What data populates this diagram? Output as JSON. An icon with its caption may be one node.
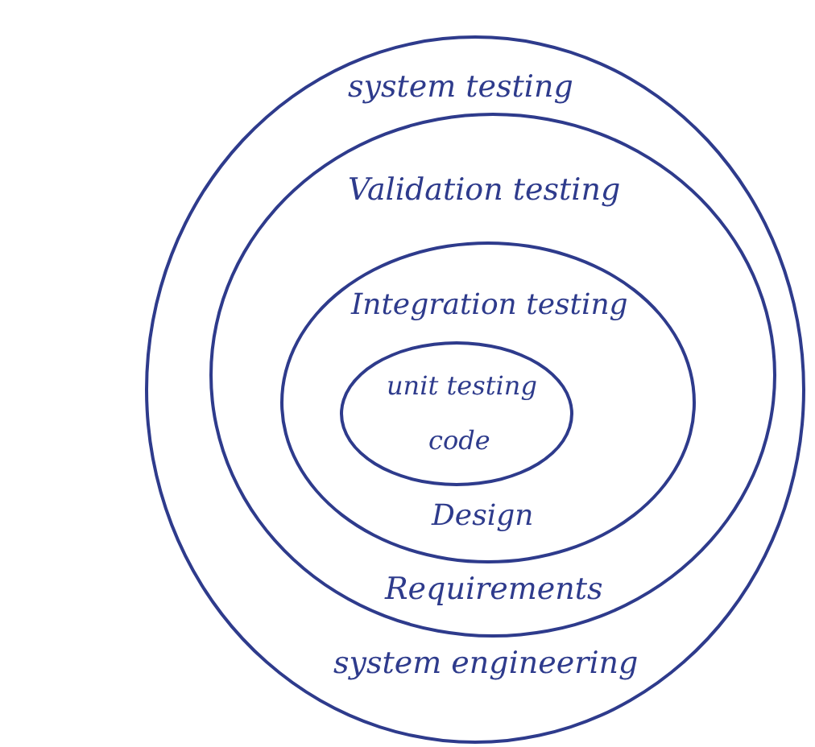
{
  "diagram": {
    "nodes": [
      {
        "text": [
          "system testing",
          "system engineering"
        ]
      },
      {
        "text": [
          "Validation testing",
          "Requirements"
        ],
        "in": 0
      },
      {
        "text": [
          "Integration testing",
          "Design"
        ],
        "in": 1
      },
      {
        "text": [
          "unit testing",
          "code"
        ],
        "in": 2
      }
    ]
  }
}
